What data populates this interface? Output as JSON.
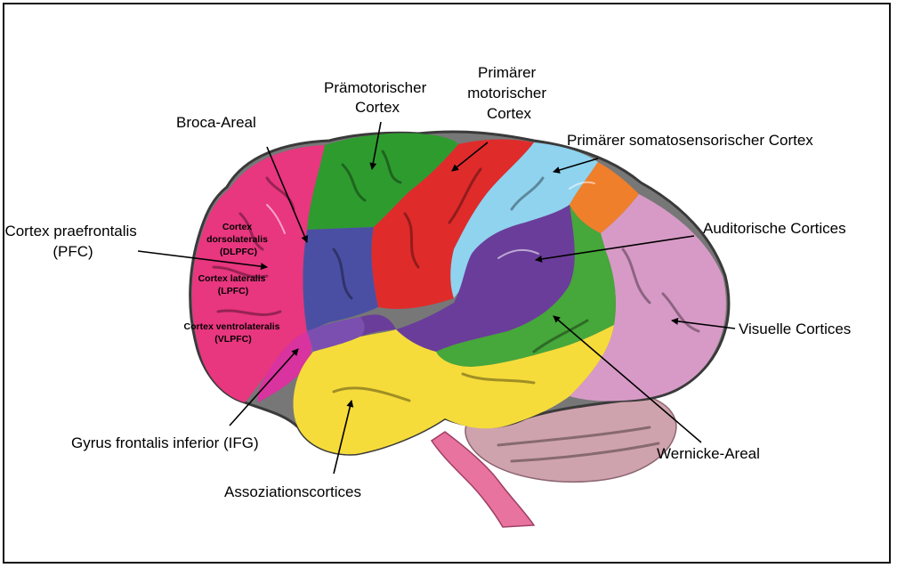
{
  "labels": {
    "broca": "Broca-Areal",
    "praemotor": [
      "Prämotorischer",
      "Cortex"
    ],
    "primaer_motor": [
      "Primärer",
      "motorischer",
      "Cortex"
    ],
    "somatosensorisch": "Primärer somatosensorischer Cortex",
    "auditorisch": "Auditorische Cortices",
    "visuell": "Visuelle Cortices",
    "wernicke": "Wernicke-Areal",
    "assoziation": "Assoziationscortices",
    "ifg": "Gyrus frontalis inferior (IFG)",
    "pfc": [
      "Cortex praefrontalis",
      "(PFC)"
    ],
    "dlpfc": [
      "Cortex",
      "dorsolateralis",
      "(DLPFC)"
    ],
    "lpfc": [
      "Cortex lateralis",
      "(LPFC)"
    ],
    "vlpfc": [
      "Cortex ventrolateralis",
      "(VLPFC)"
    ]
  },
  "colors": {
    "prefrontal": "#e8367f",
    "praemotor": "#2e9b2f",
    "broca": "#4b4fa3",
    "motor": "#e02b2b",
    "somatosensory": "#8fd3ef",
    "parietal_orange": "#ef7f2a",
    "auditory": "#6a3d9a",
    "wernicke_green": "#46a73a",
    "association": "#f6dc3a",
    "occipital": "#d79ac6",
    "cerebellum": "#cfa3ad",
    "brainstem": "#e8739f"
  }
}
